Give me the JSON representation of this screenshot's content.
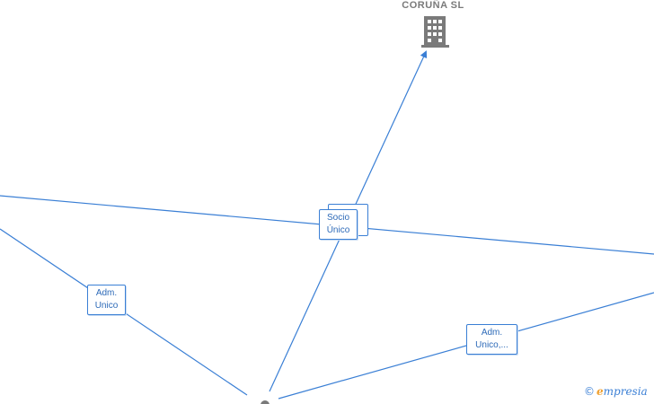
{
  "company": {
    "name": "CORUÑA  SL",
    "icon": "building-icon"
  },
  "edge_labels": [
    {
      "line1": "Socio",
      "line2": "Único"
    },
    {
      "line1": "Adm.",
      "line2": "Unico"
    },
    {
      "line1": "Adm.",
      "line2": "Unico,..."
    }
  ],
  "brand": {
    "copyright": "©",
    "initial": "e",
    "rest": "mpresia"
  },
  "colors": {
    "edge": "#3a7fd5",
    "icon": "#7a7a7a",
    "brand_initial": "#f0a030"
  }
}
